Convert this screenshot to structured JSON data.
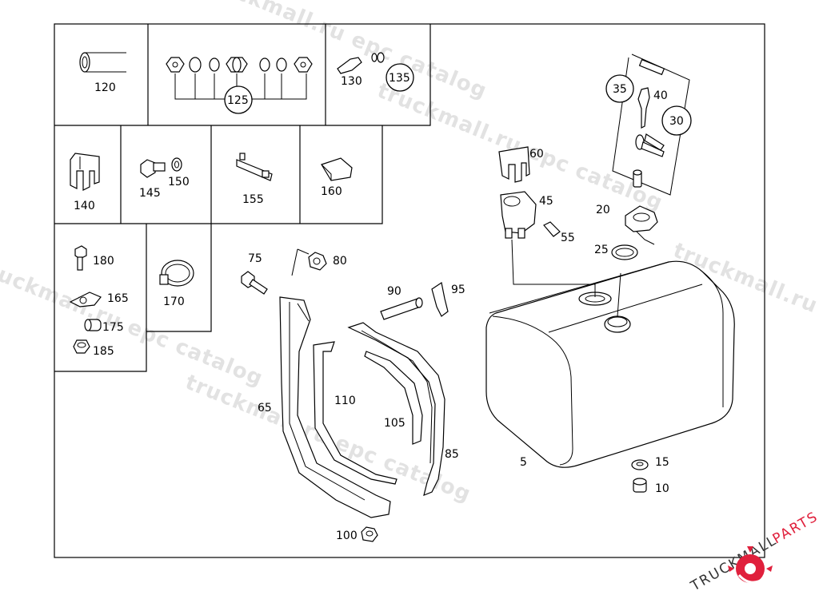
{
  "diagram": {
    "parts": [
      {
        "id": "120",
        "label": "120"
      },
      {
        "id": "125",
        "label": "125",
        "circled": true
      },
      {
        "id": "130",
        "label": "130"
      },
      {
        "id": "135",
        "label": "135",
        "circled": true
      },
      {
        "id": "140",
        "label": "140"
      },
      {
        "id": "145",
        "label": "145"
      },
      {
        "id": "150",
        "label": "150"
      },
      {
        "id": "155",
        "label": "155"
      },
      {
        "id": "160",
        "label": "160"
      },
      {
        "id": "180",
        "label": "180"
      },
      {
        "id": "165",
        "label": "165"
      },
      {
        "id": "175",
        "label": "175"
      },
      {
        "id": "185",
        "label": "185"
      },
      {
        "id": "170",
        "label": "170"
      },
      {
        "id": "75",
        "label": "75"
      },
      {
        "id": "80",
        "label": "80"
      },
      {
        "id": "90",
        "label": "90"
      },
      {
        "id": "95",
        "label": "95"
      },
      {
        "id": "65",
        "label": "65"
      },
      {
        "id": "110",
        "label": "110"
      },
      {
        "id": "105",
        "label": "105"
      },
      {
        "id": "85",
        "label": "85"
      },
      {
        "id": "100",
        "label": "100"
      },
      {
        "id": "60",
        "label": "60"
      },
      {
        "id": "45",
        "label": "45"
      },
      {
        "id": "55",
        "label": "55"
      },
      {
        "id": "20",
        "label": "20"
      },
      {
        "id": "25",
        "label": "25"
      },
      {
        "id": "35",
        "label": "35",
        "circled": true
      },
      {
        "id": "40",
        "label": "40"
      },
      {
        "id": "30",
        "label": "30",
        "circled": true
      },
      {
        "id": "5",
        "label": "5"
      },
      {
        "id": "15",
        "label": "15"
      },
      {
        "id": "10",
        "label": "10"
      }
    ],
    "watermarks": [
      "truckmall.ru epc catalog",
      "truckmall.ru epc catalog",
      "truckmall.ru epc catalog",
      "truckmall.ru epc catalog",
      "truckmall.ru epc catalog"
    ]
  },
  "logo": {
    "text_dark": "TRUCKMALL",
    "text_accent": "PARTS",
    "accent_color": "#e0203c",
    "dark_color": "#333333"
  },
  "colors": {
    "line": "#000000",
    "watermark": "#d9d9d9",
    "background": "#ffffff"
  }
}
